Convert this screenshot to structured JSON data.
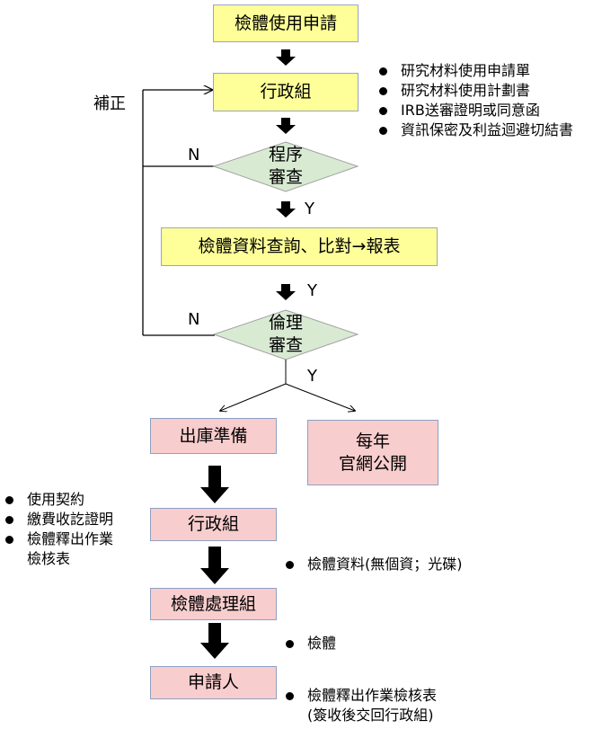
{
  "nodes": {
    "specimen_request": "檢體使用申請",
    "admin_group_1": "行政組",
    "procedure_review": [
      "程序",
      "審查"
    ],
    "data_query": "檢體資料查詢、比對→報表",
    "ethics_review": [
      "倫理",
      "審查"
    ],
    "release_prep": "出庫準備",
    "annual_publish": [
      "每年",
      "官網公開"
    ],
    "admin_group_2": "行政組",
    "specimen_processing": "檢體處理組",
    "applicant": "申請人"
  },
  "labels": {
    "correction": "補正",
    "no_1": "N",
    "no_2": "N",
    "yes_1": "Y",
    "yes_2": "Y",
    "yes_3": "Y"
  },
  "documents_required": [
    "研究材料使用申請單",
    "研究材料使用計劃書",
    "IRB送審證明或同意函",
    "資訊保密及利益迴避切結書"
  ],
  "contract_docs": [
    "使用契約",
    "繳費收訖證明",
    "檢體釋出作業",
    "檢核表"
  ],
  "to_processing": "檢體資料(無個資；光碟)",
  "to_applicant": "檢體",
  "return_docs": [
    "檢體釋出作業檢核表",
    "(簽收後交回行政組)"
  ],
  "colors": {
    "yellow_fill": "#ffff99",
    "green_fill": "#d9ead3",
    "pink_fill": "#f8cdcd",
    "line": "#000000"
  }
}
